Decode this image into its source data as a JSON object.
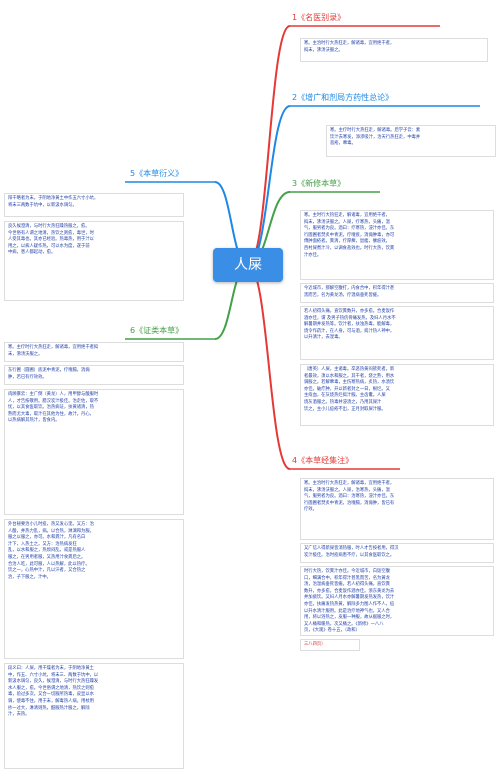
{
  "central": "人屎",
  "branches": [
    {
      "id": "b1",
      "title": "1《名医别录》",
      "color": "#e53935",
      "notes": [
        "寒。主治时行大热狂走，解诸毒，宜用绝干者，\n捣末，沸汤沃服之。"
      ]
    },
    {
      "id": "b2",
      "title": "2《增广和剂局方药性总论》",
      "color": "#1e88e5",
      "notes": [
        "寒。主疗时行大热狂走，解诸毒。后学子云：素\n饮汁去寒发，添渗吸汁，治天行热狂走，中毒并\n恶疮，蕈毒。"
      ]
    },
    {
      "id": "b3",
      "title": "3《新修本草》",
      "color": "#43a047",
      "notes": [
        "寒。主时行大热狂走，解诸毒，宜用绝干者，\n捣末，沸汤沃服之。人屎，疗寒热，头痛，温\n气，服男者为良。酒曰：疗寒热，浸汁亦佳。东\n行圊圃者焚炙中青泥，疗噎疾，消痈肿毒，亦可\n傅肿面疮者。粪清，疗厚癣，鼠瘘，瘰疬效。\n西村屎煮汁冷，以调食盐效也。时行大热，饮粪\n汁亦佳。",
        "今近城市，那解空腹打，内食合中，积年得汁甚\n黑而苦，名为黄龙汤，疗温病垂死皆瘥。",
        "若人初得头痛，直饮粪数升，亦多愈。合麦饭作\n酒亦佳，谓 及男子热疠骨痛发热，及妇人月水不\n解暑期并发热等。饮汁者，扶浊热毒，能解毒，\n烧令作药汁，在人身，可与酒，捣汁热人神中，\n以升清汁，去湿毒。",
        "（唐英）人屎，主诸毒。卒恶热黄闷欲死者。新\n者最效，须以水和服之。其干者，烧之熟，用水\n调服之。若解蕈毒，主伤寒热病，炙热，水渍饮\n亦佳。破疔肿，开以新者封之一日，根烂。又\n主痔血，在灰烧热烂捣汁服。主齿蟗。人屎\n烧灰酒服之。热毒并浸渍之，乃用其屎汁\n饮之，主小儿痘疮不出，正月封取屎汁服。"
      ]
    },
    {
      "id": "b4",
      "title": "4《本草经集注》",
      "color": "#e53935",
      "notes": [
        "寒。主治时行大热狂走，解诸毒，宜用绝干者，\n捣末，沸汤沃服之。人屎，治寒热，头痛，温\n气，服男者为良。酒曰：治寒热，浸汁亦佳。东\n行圊圃者焚炙中青泥，治噎膈，消痈肿，皆已有\n疗效。",
        "又广信人得新屎皆消热服，时人才告按者用，得汉\n炭汁极佳。治时疫病患不疗，以其食医取饮之。",
        "时行大热，饮粪汁亦佳。今近城市，白饭空腹\n口，细满合中，积年得汁甚黑而苦，名为黄龙\n汤，治温病垂死皆瘥。若人初得头痛，直饮粪\n数升，亦多愈，合麦饭作酒亦佳。浙东黄龙为去\n并加痰饮。又妇人月水亦解暑期发热发热，饮汁\n亦佳。扶痛发热热黄，解除多力图人作不人，痘\n以升水清汁服用。此是治疗地神气也，又人合\n用，将以浴热之，皮服一种服，故从据服之时，\n又人桶和暖热，次又桶之。《新修》一八八\n页，《大观》卷十五，（政和）",
        "三八四页）"
      ]
    },
    {
      "id": "b5",
      "title": "5《本草衍义》",
      "color": "#1e88e5",
      "notes": [
        "阳干略者为末，于阴地净黄土中作五六寸小坑，\n将末三两数于坑中，以新汲水调匀。",
        "良久候澄清，与时行大热狂躁热服之，愈。\n今世俗有人谓之地清，热饮之则愈，毒世，时\n人受其毒也。其亦已经验。热毒热，用于汁以\n用之，以病人疑作热，可以水为度，遂于前\n中病，患人都起动，愈。"
      ]
    },
    {
      "id": "b6",
      "title": "6《证类本草》",
      "color": "#43a047",
      "notes": [
        "寒。主疗时行大热狂走，解诸毒，宜用绝干者捣\n末，沸汤沃服之。",
        "东行圃（圆圃）底泥中青泥，疗噎膈，消痈\n肿，若已有疗效效。",
        "肉顾暴云：主广倒（黄龙）人，用甲醇与酸服时\n人，才告按敬用。腊汉炭汁极佳。治走佐，取不\n忧，以其食医取饮。治热病证，扶黄诸清，热\n熟而尤大毒，取汁在其他为住，故汁。丹心，\n以热病解其热汁，皆食内。",
        "外台秘要治小儿时疫，热又发心里。又方：治\n人酸，并热力乱，病。以合热，淋漓和为服。\n服之以服之，亦可。水和粪汁，凡有名白\n汁下，入热土之。又方：治热病发狂\n乱，以水和服之，热烦闷乱，或是热服人\n服之，在男用者服，又热用汁食粪后之。\n合治人吃，此可服，人以热解，此以热疗。\n饮之一，心热中汁，凡以汗者，又合热之\n治，子下服之，汁中。",
        "段义曰：人屎，用干燥者为末，于阴地净黄土\n中，作五、六寸小坑，将末三、两数于坑中，以\n新汲水调匀，良久，候澄清，与时行大热狂躁发\n水人服之，愈。今世俗谓之地清，热饮之则愈\n毒，验过多次。又合一切服所热毒，皮显以水\n调，使毒不住，用于末，解毒热人病，用杖用\n抄一过大，淋清则热，酷服热汁服之，解除\n汁，去热。"
      ]
    }
  ]
}
